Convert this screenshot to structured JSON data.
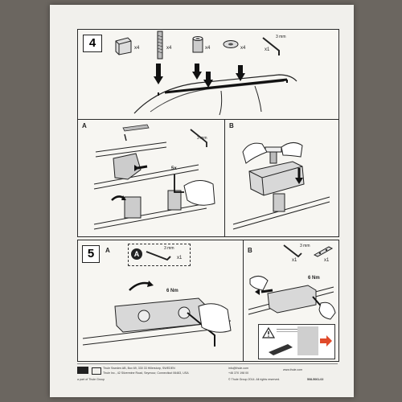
{
  "step4": {
    "number": "4",
    "parts": [
      {
        "icon": "clamp-pad-icon",
        "qty": "x4"
      },
      {
        "icon": "bolt-icon",
        "qty": "x4"
      },
      {
        "icon": "spacer-nut-icon",
        "qty": "x4"
      },
      {
        "icon": "washer-icon",
        "qty": "x4"
      },
      {
        "icon": "hex-key-icon",
        "qty": "x1",
        "size": "3 mm"
      }
    ],
    "panel_a": {
      "label": "A",
      "tool_size": "3 mm",
      "count": "5x"
    },
    "panel_b": {
      "label": "B"
    }
  },
  "step5": {
    "number": "5",
    "panel_a": {
      "label": "A",
      "callout": "A",
      "tool_size": "3 mm",
      "qty": "x1",
      "torque": "6 Nm"
    },
    "panel_b": {
      "label": "B",
      "tool_size": "3 mm",
      "qty1": "x1",
      "qty2": "x1",
      "torque": "6 Nm"
    }
  },
  "footer": {
    "left_line1": "Thule Sweden AB, Box 69, 330 33 Hillerstorp, SWEDEN",
    "left_line2": "Thule Inc., 42 Silvermine Road, Seymour, Connecticut 06483, USA",
    "left_line3": "a part of Thule Group",
    "right_line1": "info@thule.com",
    "right_line2": "+46 370 198 00",
    "right_line3": "www.thule.com",
    "copyright": "© Thule Group 2014. All rights reserved.",
    "part_number": "508-5061-02"
  },
  "colors": {
    "ink": "#222222",
    "paper": "#f1f0ec",
    "background": "#6b6660",
    "accent": "#e04a2a"
  }
}
